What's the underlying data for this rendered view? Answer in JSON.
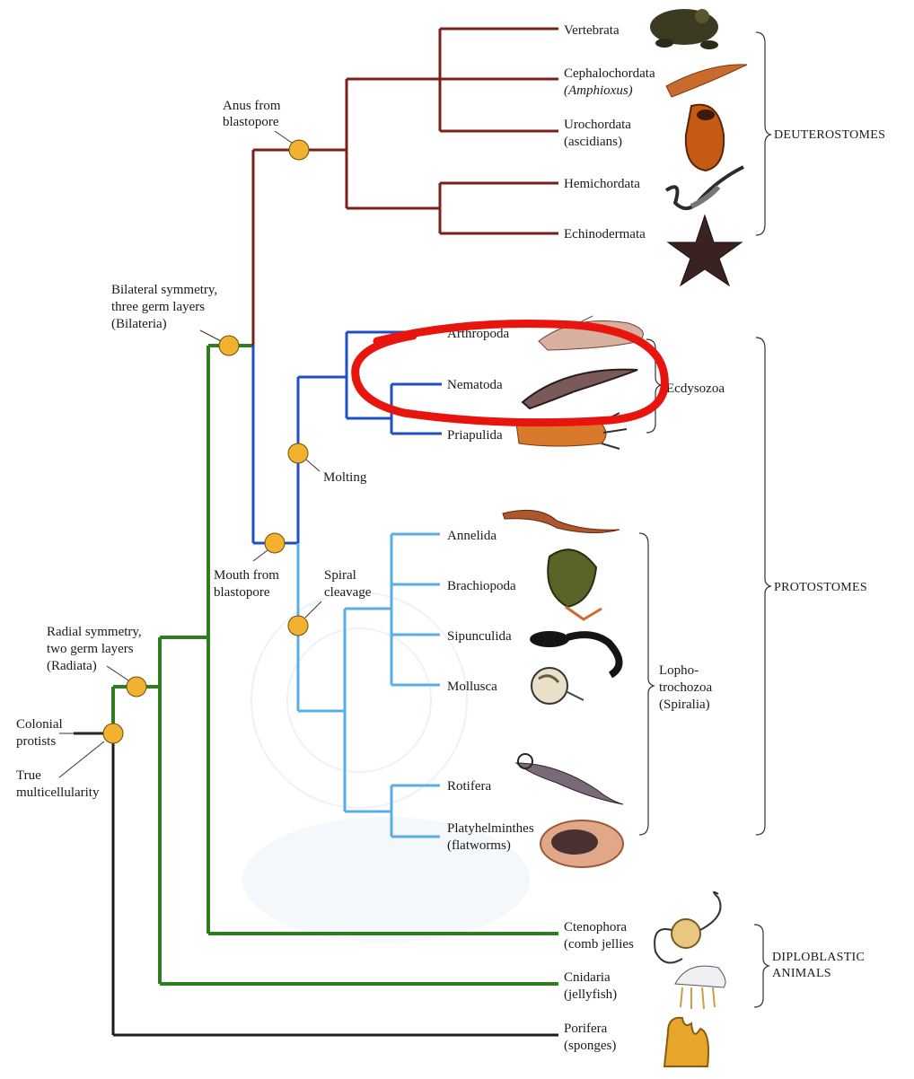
{
  "colors": {
    "deuterostome_branch": "#7a1f1a",
    "ecdysozoa_branch": "#1f4fc4",
    "lophotrochozoa_branch": "#5aaee8",
    "radiata_branch": "#2e7d1e",
    "root_branch": "#1b1b1b",
    "node_fill": "#f2b230",
    "highlight_circle": "#e8150f",
    "background_wash": "#e8f1f8"
  },
  "taxa": {
    "vertebrata": "Vertebrata",
    "cephalochordata": "Cephalochordata",
    "cephalochordata_sub": "(Amphioxus)",
    "urochordata": "Urochordata",
    "urochordata_sub": "(ascidians)",
    "hemichordata": "Hemichordata",
    "echinodermata": "Echinodermata",
    "arthropoda": "Arthropoda",
    "nematoda": "Nematoda",
    "priapulida": "Priapulida",
    "annelida": "Annelida",
    "brachiopoda": "Brachiopoda",
    "sipunculida": "Sipunculida",
    "mollusca": "Mollusca",
    "rotifera": "Rotifera",
    "platyhelminthes": "Platyhelminthes",
    "platyhelminthes_sub": "(flatworms)",
    "ctenophora": "Ctenophora",
    "ctenophora_sub": "(comb jellies",
    "cnidaria": "Cnidaria",
    "cnidaria_sub": "(jellyfish)",
    "porifera": "Porifera",
    "porifera_sub": "(sponges)"
  },
  "nodes": {
    "anus_l1": "Anus from",
    "anus_l2": "blastopore",
    "bilateral_l1": "Bilateral symmetry,",
    "bilateral_l2": "three germ layers",
    "bilateral_l3": "(Bilateria)",
    "molting": "Molting",
    "mouth_l1": "Mouth from",
    "mouth_l2": "blastopore",
    "spiral_l1": "Spiral",
    "spiral_l2": "cleavage",
    "radial_l1": "Radial symmetry,",
    "radial_l2": "two germ layers",
    "radial_l3": "(Radiata)",
    "colonial_l1": "Colonial",
    "colonial_l2": "protists",
    "true_l1": "True",
    "true_l2": "multicellularity"
  },
  "groups": {
    "deuterostomes": "DEUTEROSTOMES",
    "ecdysozoa": "Ecdysozoa",
    "protostomes": "PROTOSTOMES",
    "lopho_l1": "Lopho-",
    "lopho_l2": "trochozoa",
    "lopho_l3": "(Spiralia)",
    "diplo_l1": "DIPLOBLASTIC",
    "diplo_l2": "ANIMALS"
  },
  "illustrations": [
    "toad",
    "lancelet",
    "sea-squirt",
    "acorn-worm",
    "starfish",
    "shrimp",
    "roundworm",
    "priapulid",
    "earthworm",
    "lamp-shell",
    "peanut-worm",
    "nautilus",
    "rotifer",
    "flatworm",
    "comb-jelly",
    "jellyfish",
    "sponge"
  ]
}
